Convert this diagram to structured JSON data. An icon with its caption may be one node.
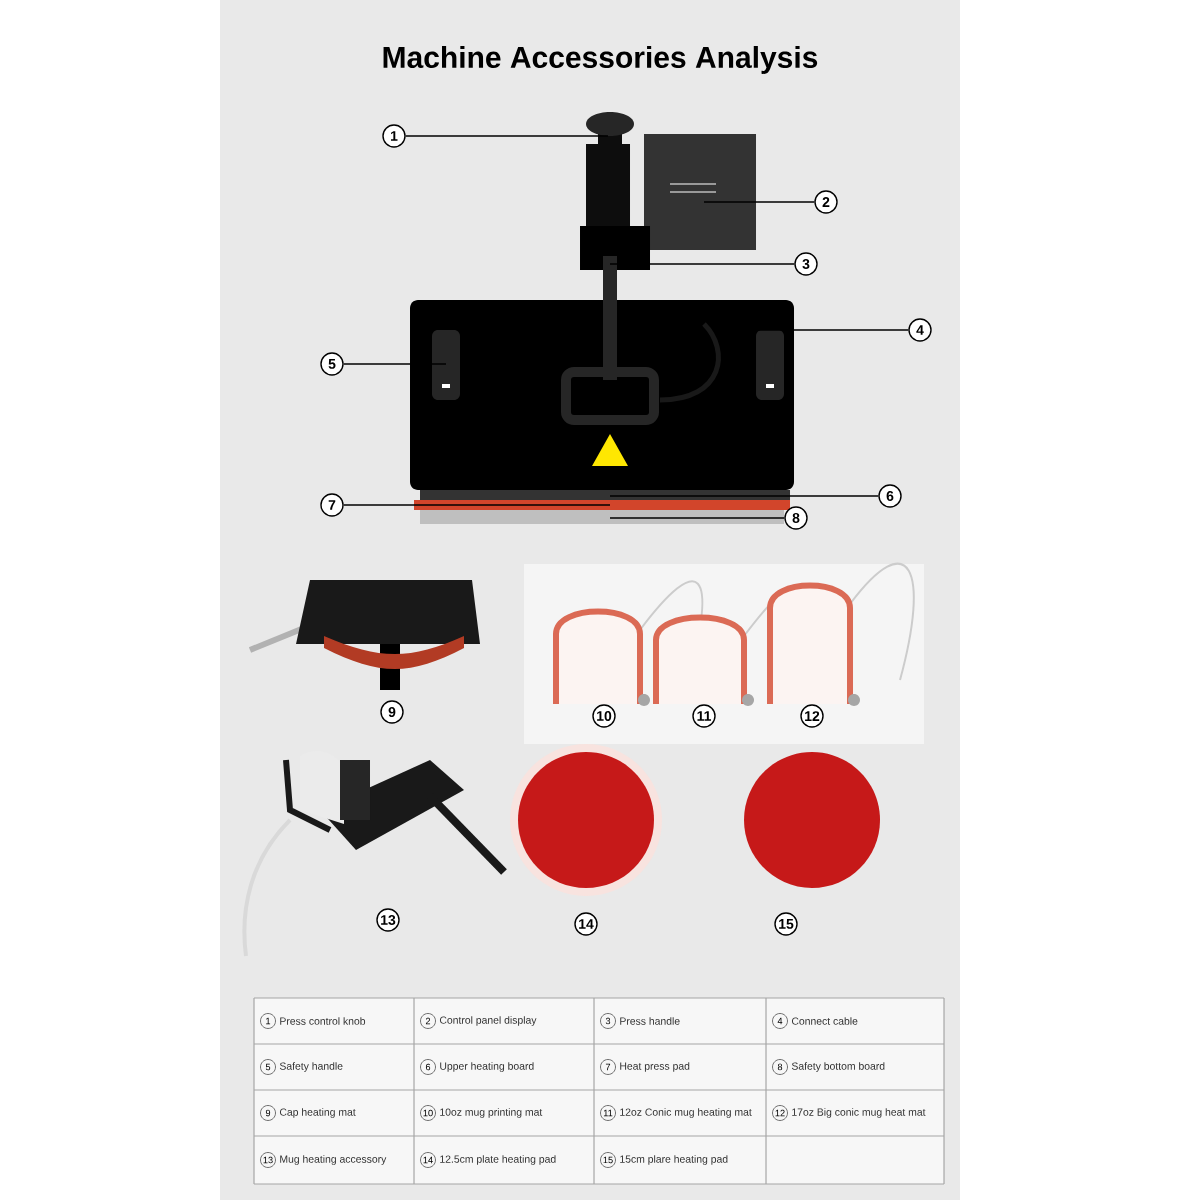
{
  "diagram": {
    "title": "Machine Accessories Analysis",
    "nodes": [
      {
        "text": [
          "1"
        ]
      },
      {
        "text": [
          "2"
        ]
      },
      {
        "text": [
          "3"
        ]
      },
      {
        "text": [
          "4"
        ]
      },
      {
        "text": [
          "5"
        ]
      },
      {
        "text": [
          "6"
        ]
      },
      {
        "text": [
          "7"
        ]
      },
      {
        "text": [
          "8"
        ]
      },
      {
        "text": [
          "9"
        ]
      },
      {
        "text": [
          "10"
        ]
      },
      {
        "text": [
          "11"
        ]
      },
      {
        "text": [
          "12"
        ]
      },
      {
        "text": [
          "13"
        ]
      },
      {
        "text": [
          "14"
        ]
      },
      {
        "text": [
          "15"
        ]
      }
    ],
    "edges": [
      {
        "from": 0,
        "to": null,
        "arrow": "none"
      },
      {
        "from": 1,
        "to": null,
        "arrow": "none"
      },
      {
        "from": 2,
        "to": null,
        "arrow": "none"
      },
      {
        "from": 3,
        "to": null,
        "arrow": "none"
      },
      {
        "from": 4,
        "to": null,
        "arrow": "none"
      },
      {
        "from": 5,
        "to": null,
        "arrow": "none"
      },
      {
        "from": 6,
        "to": null,
        "arrow": "none"
      },
      {
        "from": 7,
        "to": null,
        "arrow": "none"
      }
    ],
    "labels": [
      "1",
      "Press control knob",
      "2",
      "Control panel display",
      "3",
      "Press handle",
      "4",
      "Connect cable",
      "5",
      "Safety handle",
      "6",
      "Upper heating board",
      "7",
      "Heat press pad",
      "8",
      "Safety bottom board",
      "9",
      "Cap heating mat",
      "10",
      "10oz mug printing mat",
      "11",
      "12oz Conic mug heating mat",
      "12",
      "17oz Big conic mug heat mat",
      "13",
      "Mug heating accessory",
      "14",
      "12.5cm plate heating pad",
      "15",
      "15cm plare heating pad"
    ]
  }
}
